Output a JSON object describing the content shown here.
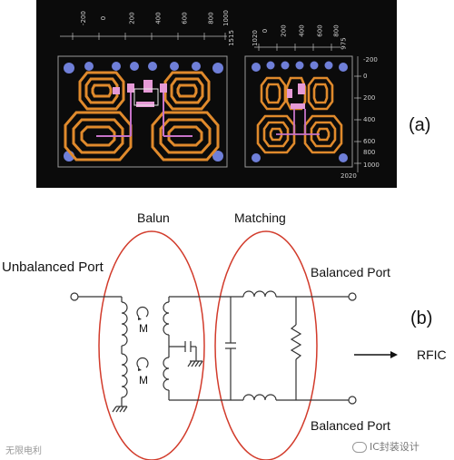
{
  "labels": {
    "panel_a": "(a)",
    "panel_b": "(b)",
    "balun": "Balun",
    "matching": "Matching",
    "unbalanced_port": "Unbalanced Port",
    "balanced_port_top": "Balanced Port",
    "balanced_port_bottom": "Balanced Port",
    "rfic": "RFIC",
    "m_top": "M",
    "m_bottom": "M"
  },
  "layout_ruler": {
    "top_ticks_left": [
      "-200",
      "0",
      "200",
      "400",
      "600",
      "800",
      "1000"
    ],
    "top_ticks_right": [
      "0",
      "200",
      "400",
      "600",
      "800"
    ],
    "right_ticks": [
      "-200",
      "0",
      "200",
      "400",
      "600",
      "800",
      "1000"
    ],
    "corner_labels": [
      "1515",
      "2020",
      "1020",
      "975"
    ]
  },
  "watermark": {
    "left": "无限电利",
    "right": "IC封装设计"
  },
  "colors": {
    "trace": "#e08a2c",
    "via": "#6f7fd8",
    "pad": "#e59ad6",
    "ellipse": "#d23b2b",
    "background_a": "#0b0b0b"
  }
}
